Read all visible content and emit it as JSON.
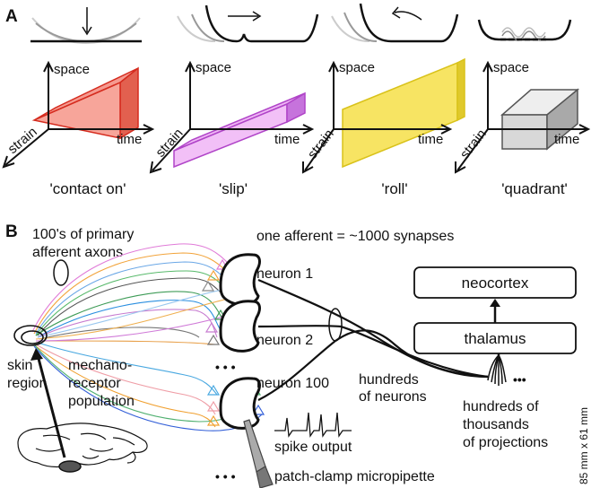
{
  "panel_a": {
    "letter": "A",
    "axes": {
      "space": "space",
      "time": "time",
      "strain": "strain"
    },
    "conditions": [
      {
        "caption": "'contact on'",
        "color": "#f07a6e"
      },
      {
        "caption": "'slip'",
        "color": "#e39ef0"
      },
      {
        "caption": "'roll'",
        "color": "#f5e35a"
      },
      {
        "caption": "'quadrant'",
        "color": "#cfcfcf"
      }
    ]
  },
  "panel_b": {
    "letter": "B",
    "afferents_label_1": "100's of primary",
    "afferents_label_2": "afferent axons",
    "synapses_label": "one afferent = ~1000 synapses",
    "neurons": [
      "neuron 1",
      "neuron 2",
      "neuron 100"
    ],
    "ellipsis": "• • •",
    "ellipsis_short": "•••",
    "skin_1": "skin",
    "skin_2": "region",
    "mech_1": "mechano-",
    "mech_2": "receptor",
    "mech_3": "population",
    "hundreds_neurons_1": "hundreds",
    "hundreds_neurons_2": "of neurons",
    "projections_1": "hundreds of",
    "projections_2": "thousands",
    "projections_3": "of projections",
    "spike_output": "spike output",
    "pipette": "patch-clamp micropipette",
    "neocortex": "neocortex",
    "thalamus": "thalamus",
    "size_note": "85 mm x 61 mm"
  }
}
